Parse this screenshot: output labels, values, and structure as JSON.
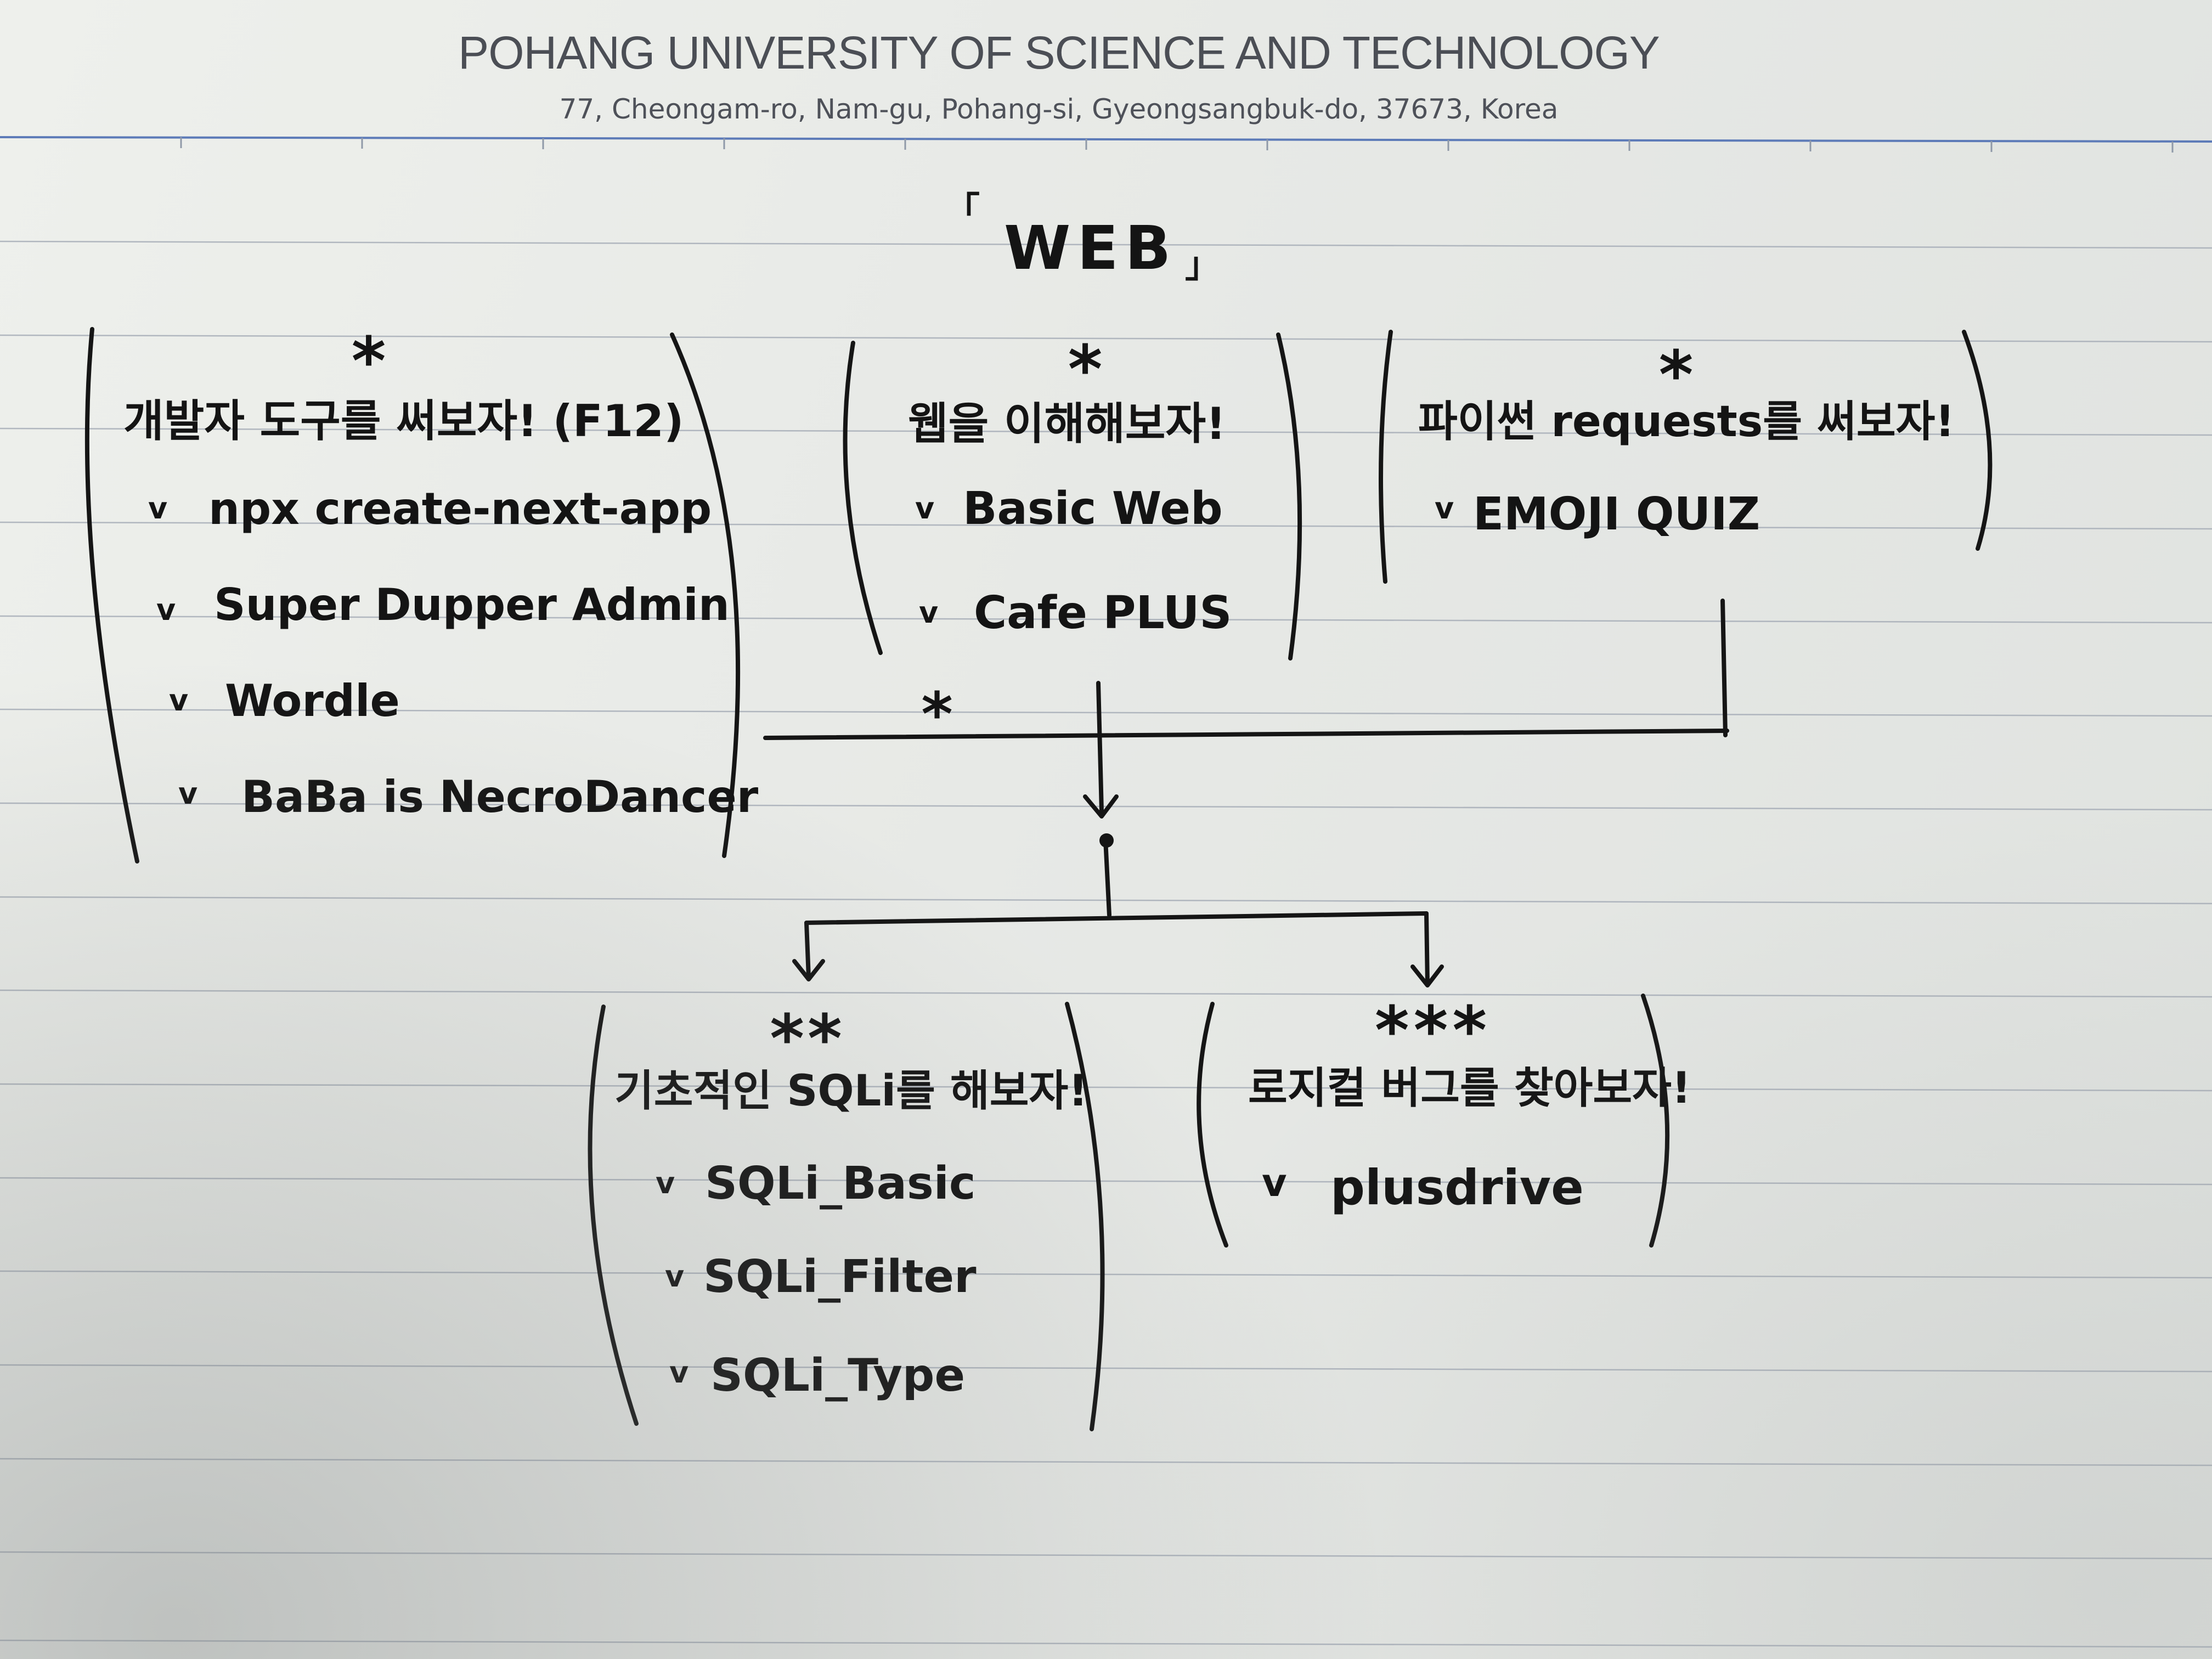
{
  "header": {
    "title": "POHANG UNIVERSITY OF SCIENCE AND TECHNOLOGY",
    "address": "77, Cheongam-ro, Nam-gu, Pohang-si, Gyeongsangbuk-do, 37673, Korea"
  },
  "diagram": {
    "title": "WEB",
    "title_open_bracket": "「",
    "title_close_bracket": "」",
    "check": "v",
    "nodes": {
      "devtools": {
        "stars": "*",
        "heading": "개발자 도구를 써보자! (F12)",
        "items": [
          "npx create-next-app",
          "Super Dupper Admin",
          "Wordle",
          "BaBa is NecroDancer"
        ]
      },
      "understand_web": {
        "stars": "*",
        "heading": "웹을 이해해보자!",
        "items": [
          "Basic Web",
          "Cafe PLUS"
        ],
        "extra_mark": "*"
      },
      "python_requests": {
        "stars": "*",
        "heading": "파이썬 requests를 써보자!",
        "items": [
          "EMOJI QUIZ"
        ]
      },
      "basic_sqli": {
        "stars": "**",
        "heading": "기초적인 SQLi를 해보자!",
        "items": [
          "SQLi_Basic",
          "SQLi_Filter",
          "SQLi_Type"
        ]
      },
      "logic_bug": {
        "stars": "***",
        "heading": "로지컬 버그를 찾아보자!",
        "items": [
          "plusdrive"
        ]
      }
    }
  }
}
